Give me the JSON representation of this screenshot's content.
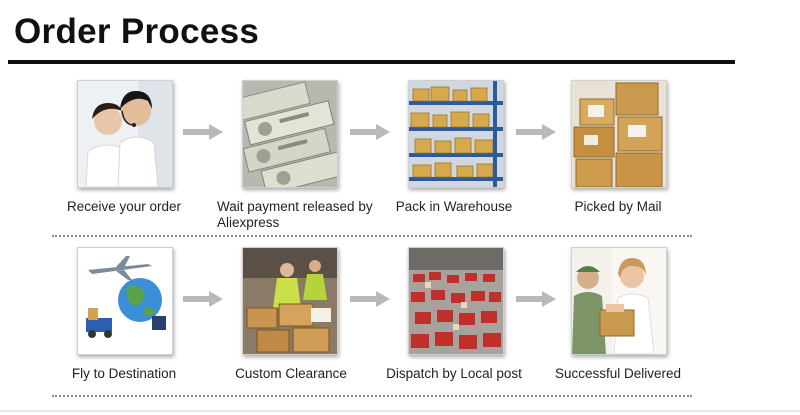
{
  "header": {
    "title": "Order Process"
  },
  "steps": [
    {
      "label": "Receive your order",
      "icon": "customer-service-icon"
    },
    {
      "label": "Wait payment released by Aliexpress",
      "icon": "money-stack-icon"
    },
    {
      "label": "Pack in Warehouse",
      "icon": "warehouse-shelves-icon"
    },
    {
      "label": "Picked by Mail",
      "icon": "parcel-boxes-icon"
    },
    {
      "label": "Fly to Destination",
      "icon": "airplane-globe-icon"
    },
    {
      "label": "Custom Clearance",
      "icon": "customs-workers-icon"
    },
    {
      "label": "Dispatch by Local post",
      "icon": "post-depot-icon"
    },
    {
      "label": "Successful Delivered",
      "icon": "delivery-person-icon"
    }
  ],
  "colors": {
    "arrow": "#b9b9b9",
    "title": "#111111",
    "divider": "#8a8a8a"
  }
}
